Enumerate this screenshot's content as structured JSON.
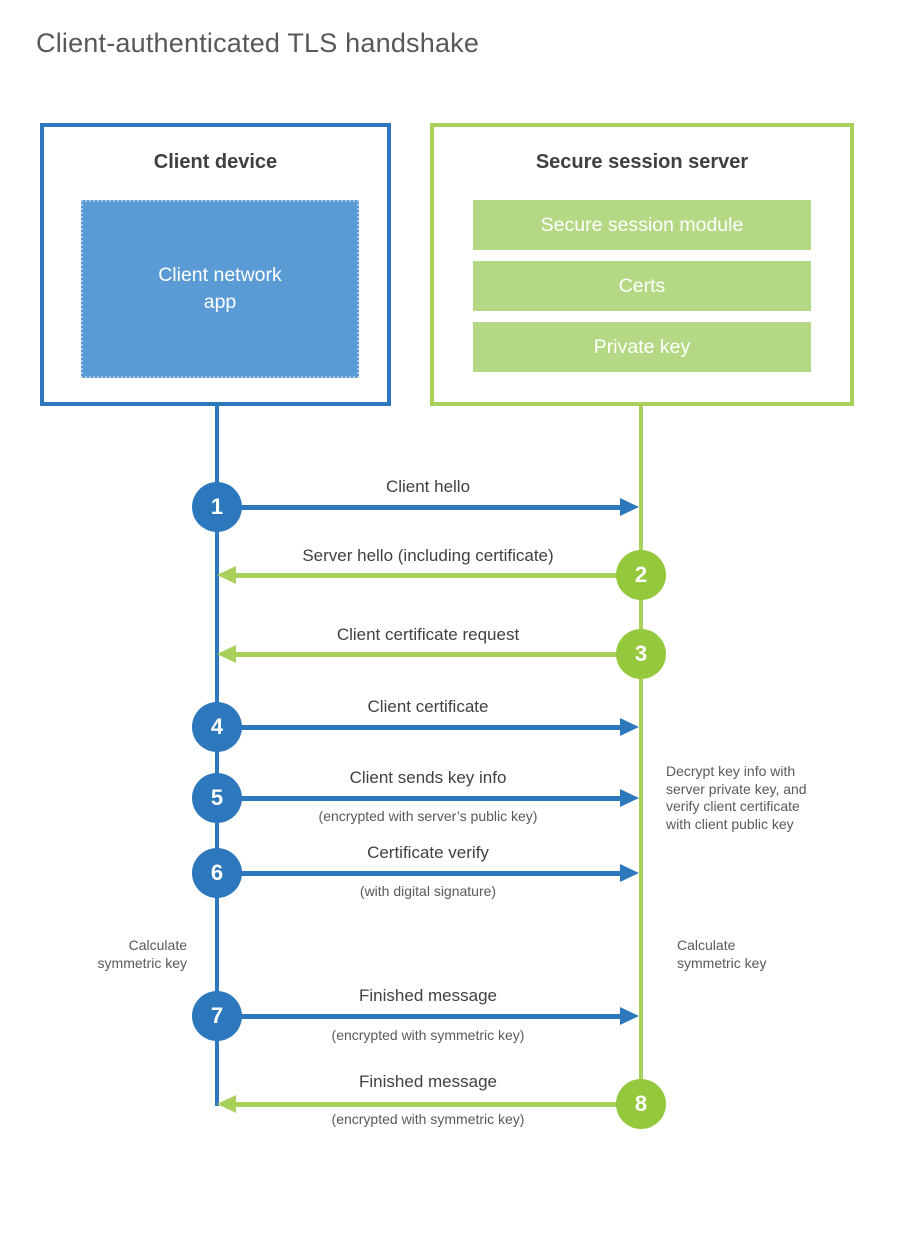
{
  "title": "Client-authenticated TLS handshake",
  "colors": {
    "client_blue": "#2d77bc",
    "client_app_fill": "#5b9bd5",
    "server_green_line": "#a8d05a",
    "server_circle_green": "#94c83d",
    "server_bar_fill": "#b5d884",
    "label_dark": "#414042",
    "label_gray": "#595959"
  },
  "client_box": {
    "title": "Client device",
    "app_label": "Client network\napp"
  },
  "server_box": {
    "title": "Secure session server",
    "modules": [
      "Secure session module",
      "Certs",
      "Private key"
    ]
  },
  "messages": [
    {
      "num": "1",
      "from": "client",
      "label": "Client hello",
      "sublabel": ""
    },
    {
      "num": "2",
      "from": "server",
      "label": "Server hello (including certificate)",
      "sublabel": ""
    },
    {
      "num": "3",
      "from": "server",
      "label": "Client certificate request",
      "sublabel": ""
    },
    {
      "num": "4",
      "from": "client",
      "label": "Client certificate",
      "sublabel": ""
    },
    {
      "num": "5",
      "from": "client",
      "label": "Client sends key info",
      "sublabel": "(encrypted with server’s public key)"
    },
    {
      "num": "6",
      "from": "client",
      "label": "Certificate verify",
      "sublabel": "(with digital signature)"
    },
    {
      "num": "7",
      "from": "client",
      "label": "Finished message",
      "sublabel": "(encrypted with symmetric key)"
    },
    {
      "num": "8",
      "from": "server",
      "label": "Finished message",
      "sublabel": "(encrypted with symmetric key)"
    }
  ],
  "notes": {
    "decrypt_note": "Decrypt key info with\nserver private key, and\nverify client certificate\nwith client public key",
    "calc_left": "Calculate\nsymmetric key",
    "calc_right": "Calculate\nsymmetric key"
  }
}
